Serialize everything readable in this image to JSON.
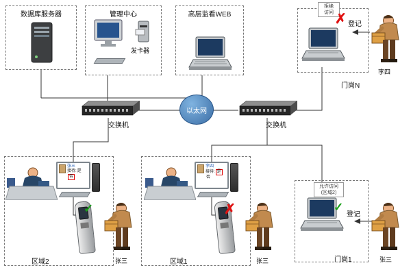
{
  "nodes": {
    "db": {
      "label": "数据库服务器"
    },
    "mgmt": {
      "label": "管理中心",
      "issuer": "发卡器"
    },
    "web": {
      "label": "高层监看WEB"
    },
    "ethernet": {
      "label": "以太网"
    },
    "switch_left": {
      "label": "交换机"
    },
    "switch_right": {
      "label": "交换机"
    },
    "gate_n": {
      "label": "门岗N",
      "register": "登记",
      "deny_note": [
        "拒绝",
        "访问"
      ],
      "deny_mark": "✗",
      "visitor": "李四"
    },
    "zone2": {
      "label": "区域2",
      "screen": {
        "name": "张三",
        "reception": "接待:",
        "yes": "是",
        "no": "否"
      },
      "allow_mark": "✓",
      "visitor": "张三"
    },
    "zone1": {
      "label": "区域1",
      "screen": {
        "name": "李四",
        "reception": "接待:",
        "yes": "是",
        "no": "否"
      },
      "deny_mark": "✗",
      "visitor": "张三"
    },
    "gate_1": {
      "label": "门岗1",
      "register": "登记",
      "allow_note": [
        "允许访问",
        "(区域2)"
      ],
      "allow_mark": "✓",
      "visitor": "张三"
    }
  },
  "colors": {
    "cloud": "#3c6ea6",
    "allow": "#18a018",
    "deny": "#e01212",
    "line": "#333333"
  }
}
